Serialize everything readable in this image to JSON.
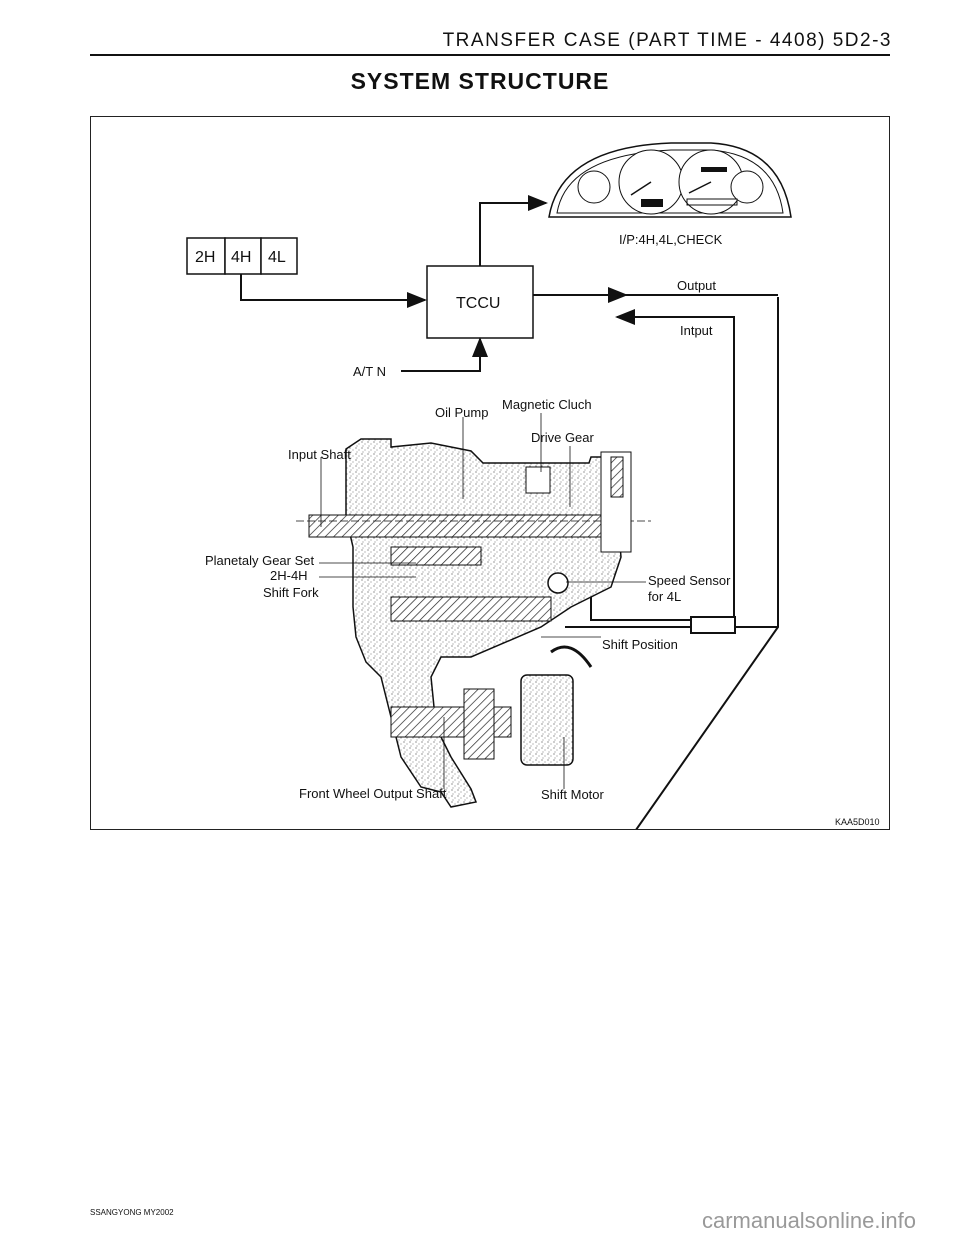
{
  "header": {
    "title": "TRANSFER CASE (PART TIME - 4408)  5D2-3",
    "page_title": "SYSTEM  STRUCTURE"
  },
  "figure": {
    "switch_positions": [
      "2H",
      "4H",
      "4L"
    ],
    "controller": "TCCU",
    "cluster_caption": "I/P:4H,4L,CHECK",
    "signals": {
      "output": "Output",
      "input": "Intput",
      "atn": "A/T N"
    },
    "parts": {
      "oil_pump": "Oil Pump",
      "magnetic_clutch": "Magnetic Cluch",
      "drive_gear": "Drive Gear",
      "input_shaft": "Input Shaft",
      "planetary": "Planetaly Gear Set",
      "shift_fork_1": "2H-4H",
      "shift_fork_2": "Shift Fork",
      "speed_sensor_1": "Speed Sensor",
      "speed_sensor_2": "for 4L",
      "shift_position": "Shift Position",
      "front_output": "Front Wheel Output Shaft",
      "shift_motor": "Shift Motor"
    },
    "figure_code": "KAA5D010"
  },
  "footer": {
    "left": "SSANGYONG MY2002",
    "watermark": "carmanualsonline.info"
  }
}
